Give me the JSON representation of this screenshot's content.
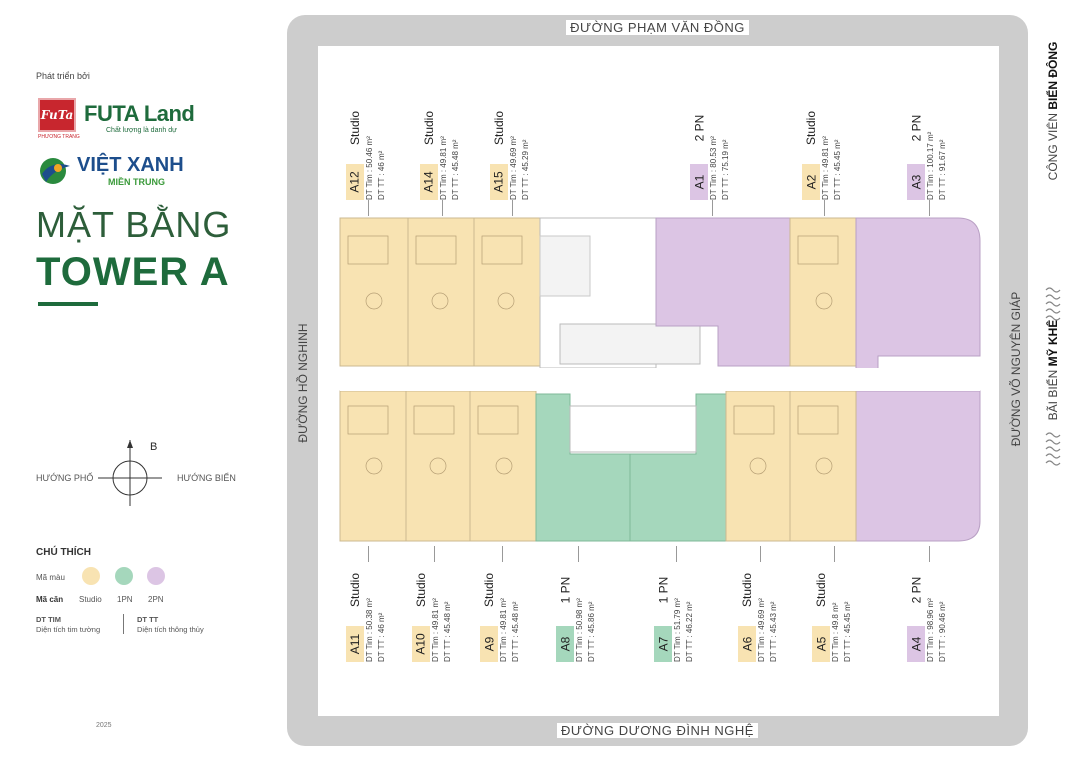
{
  "developer_label": "Phát triển bởi",
  "brand1": {
    "mark": "FuTa",
    "name": "FUTA Land",
    "slogan": "Chất lượng là danh dự",
    "mark_sub": "PHƯƠNG TRANG"
  },
  "brand2": {
    "name": "VIỆT XANH",
    "sub": "MIỀN TRUNG"
  },
  "title": {
    "line1": "MẶT BẰNG",
    "line2": "TOWER A"
  },
  "compass": {
    "north": "B",
    "left": "HƯỚNG PHỐ",
    "right": "HƯỚNG BIỂN"
  },
  "legend": {
    "title": "CHÚ THÍCH",
    "color_label": "Mã màu",
    "code_label": "Mã căn",
    "items": [
      {
        "label": "Studio",
        "color": "#f8e3b2"
      },
      {
        "label": "1PN",
        "color": "#a5d7bc"
      },
      {
        "label": "2PN",
        "color": "#dcc5e4"
      }
    ],
    "note_a_key": "DT TIM",
    "note_a_val": "Diện tích tim tường",
    "note_b_key": "DT TT",
    "note_b_val": "Diện tích thông thủy"
  },
  "footer_year": "2025",
  "roads": {
    "top": "ĐƯỜNG PHẠM VĂN ĐỒNG",
    "bottom": "ĐƯỜNG DƯƠNG ĐÌNH NGHỆ",
    "left": "ĐƯỜNG HỒ NGHINH",
    "right": "ĐƯỜNG VÕ NGUYÊN GIÁP"
  },
  "side_labels": {
    "park_prefix": "CÔNG VIÊN",
    "park_name": "BIỂN ĐÔNG",
    "beach_prefix": "BÃI BIỂN",
    "beach_name": "MỸ KHÊ"
  },
  "colors": {
    "studio": "#f8e3b2",
    "one_pn": "#a5d7bc",
    "two_pn": "#dcc5e4",
    "road": "#cdcdcd",
    "brand_green": "#1e6b3c"
  },
  "units_top": [
    {
      "code": "A12",
      "type": "Studio",
      "tim": "DT Tim  : 50.46 m²",
      "tt": "DT TT     : 46    m²",
      "cls": "studio"
    },
    {
      "code": "A14",
      "type": "Studio",
      "tim": "DT Tim  : 49.81 m²",
      "tt": "DT TT     : 45.48 m²",
      "cls": "studio"
    },
    {
      "code": "A15",
      "type": "Studio",
      "tim": "DT Tim  : 49.69 m²",
      "tt": "DT TT     : 45.29 m²",
      "cls": "studio"
    },
    {
      "code": "A1",
      "type": "2 PN",
      "tim": "DT Tim  : 80.53 m²",
      "tt": "DT TT     : 75.19 m²",
      "cls": "two"
    },
    {
      "code": "A2",
      "type": "Studio",
      "tim": "DT Tim  : 49.81 m²",
      "tt": "DT TT     : 45.45 m²",
      "cls": "studio"
    },
    {
      "code": "A3",
      "type": "2 PN",
      "tim": "DT Tim  : 100.17 m²",
      "tt": "DT TT     : 91.67 m²",
      "cls": "two"
    }
  ],
  "units_bottom": [
    {
      "code": "A11",
      "type": "Studio",
      "tim": "DT Tim  : 50.38 m²",
      "tt": "DT TT     : 46    m²",
      "cls": "studio"
    },
    {
      "code": "A10",
      "type": "Studio",
      "tim": "DT Tim  : 49.81 m²",
      "tt": "DT TT     : 45.48 m²",
      "cls": "studio"
    },
    {
      "code": "A9",
      "type": "Studio",
      "tim": "DT Tim  : 49.81 m²",
      "tt": "DT TT     : 45.48 m²",
      "cls": "studio"
    },
    {
      "code": "A8",
      "type": "1 PN",
      "tim": "DT Tim  : 50.98 m²",
      "tt": "DT TT     : 45.86 m²",
      "cls": "one"
    },
    {
      "code": "A7",
      "type": "1 PN",
      "tim": "DT Tim  : 51.79 m²",
      "tt": "DT TT     : 46.22 m²",
      "cls": "one"
    },
    {
      "code": "A6",
      "type": "Studio",
      "tim": "DT Tim  : 49.69 m²",
      "tt": "DT TT     : 45.43 m²",
      "cls": "studio"
    },
    {
      "code": "A5",
      "type": "Studio",
      "tim": "DT Tim  : 49.8   m²",
      "tt": "DT TT     : 45.45 m²",
      "cls": "studio"
    },
    {
      "code": "A4",
      "type": "2 PN",
      "tim": "DT Tim  : 98.96 m²",
      "tt": "DT TT     : 90.46 m²",
      "cls": "two"
    }
  ]
}
